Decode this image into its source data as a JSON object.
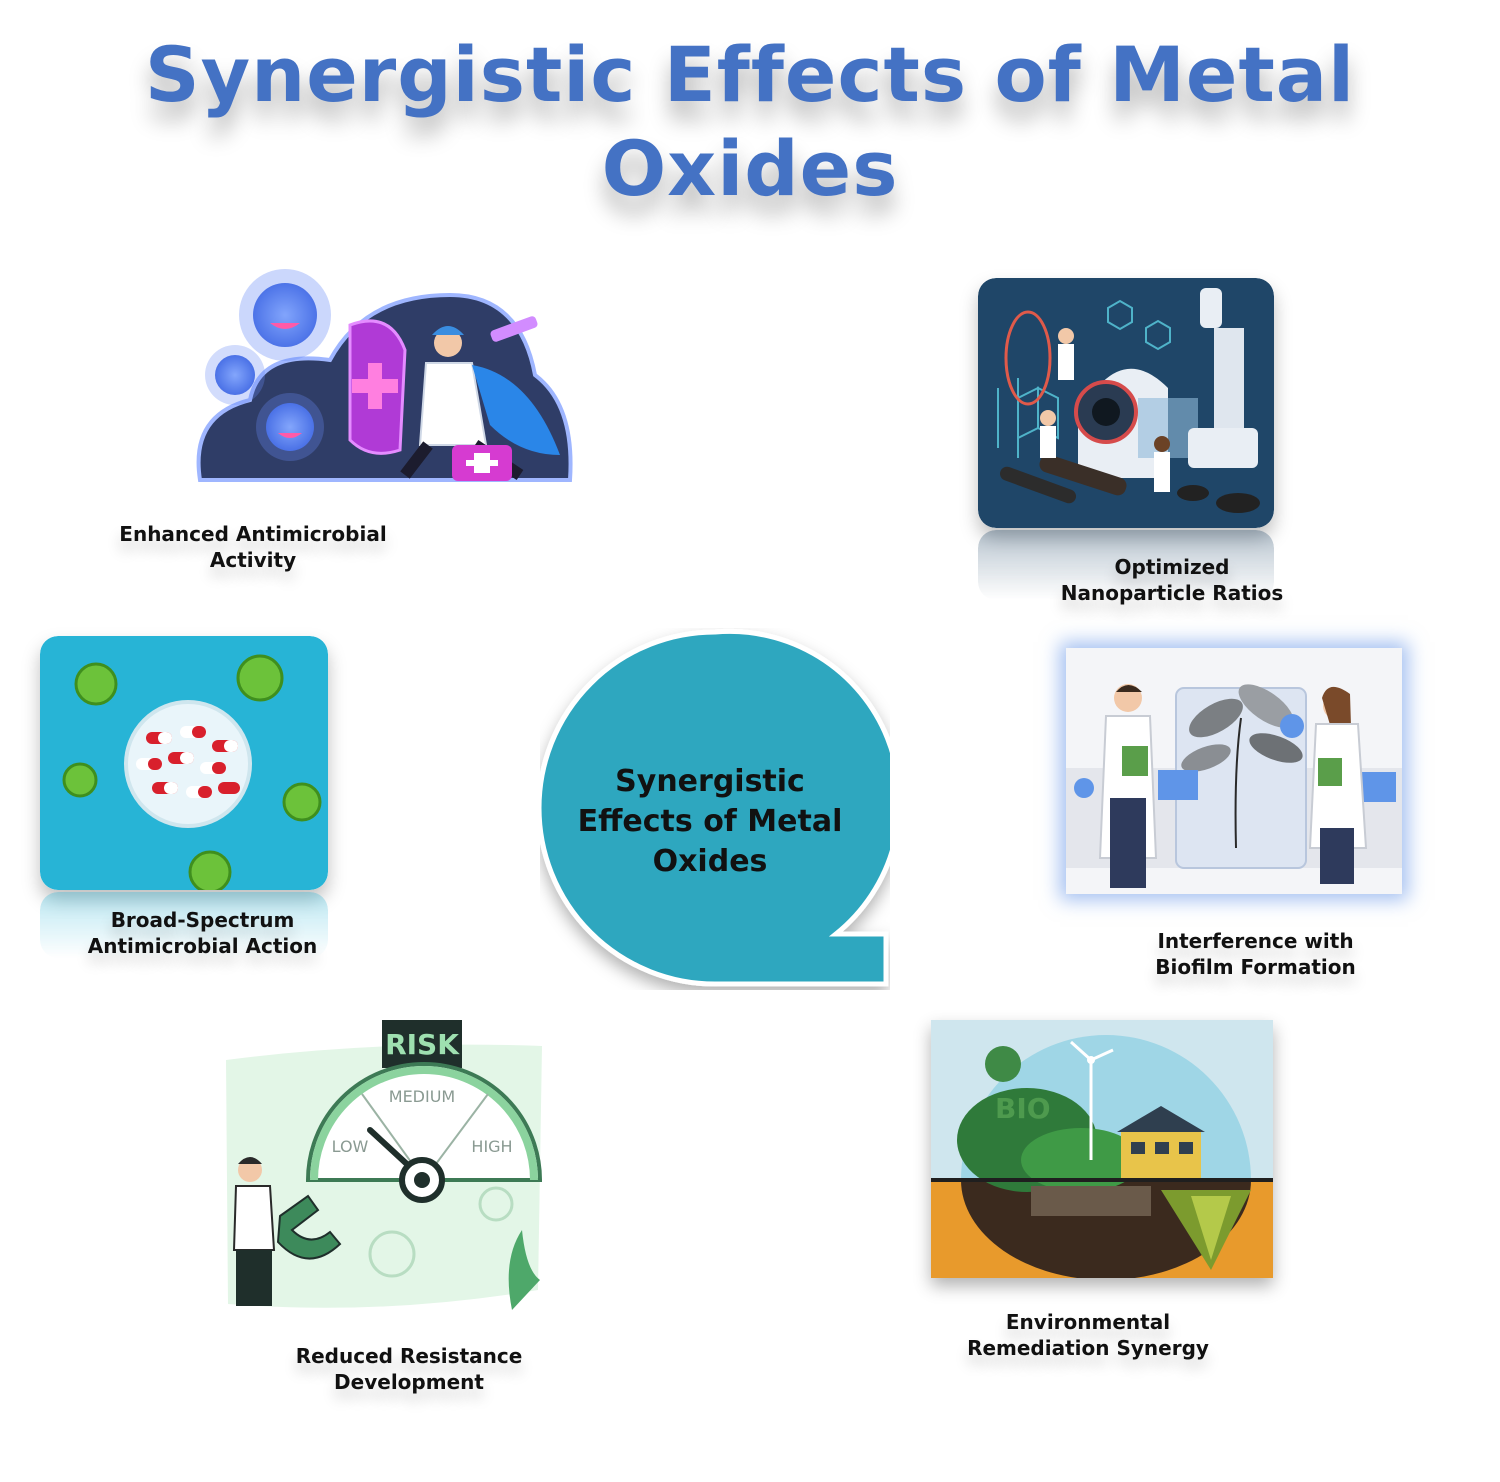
{
  "title": "Synergistic Effects of Metal Oxides",
  "center": {
    "text": "Synergistic Effects of Metal Oxides",
    "color": "#2ea7bf"
  },
  "items": [
    {
      "label": "Enhanced Antimicrobial Activity",
      "icon": "scientist-shield-virus-icon"
    },
    {
      "label": "Optimized Nanoparticle Ratios",
      "icon": "nanoparticle-lab-icon"
    },
    {
      "label": "Broad-Spectrum Antimicrobial Action",
      "icon": "capsules-virus-icon"
    },
    {
      "label": "Interference with Biofilm Formation",
      "icon": "scientists-plant-icon"
    },
    {
      "label": "Reduced Resistance Development",
      "icon": "risk-gauge-icon"
    },
    {
      "label": "Environmental Remediation Synergy",
      "icon": "eco-city-cross-section-icon"
    }
  ],
  "risk_gauge": {
    "header": "RISK",
    "low": "LOW",
    "medium": "MEDIUM",
    "high": "HIGH"
  },
  "eco_logo": "BIO"
}
